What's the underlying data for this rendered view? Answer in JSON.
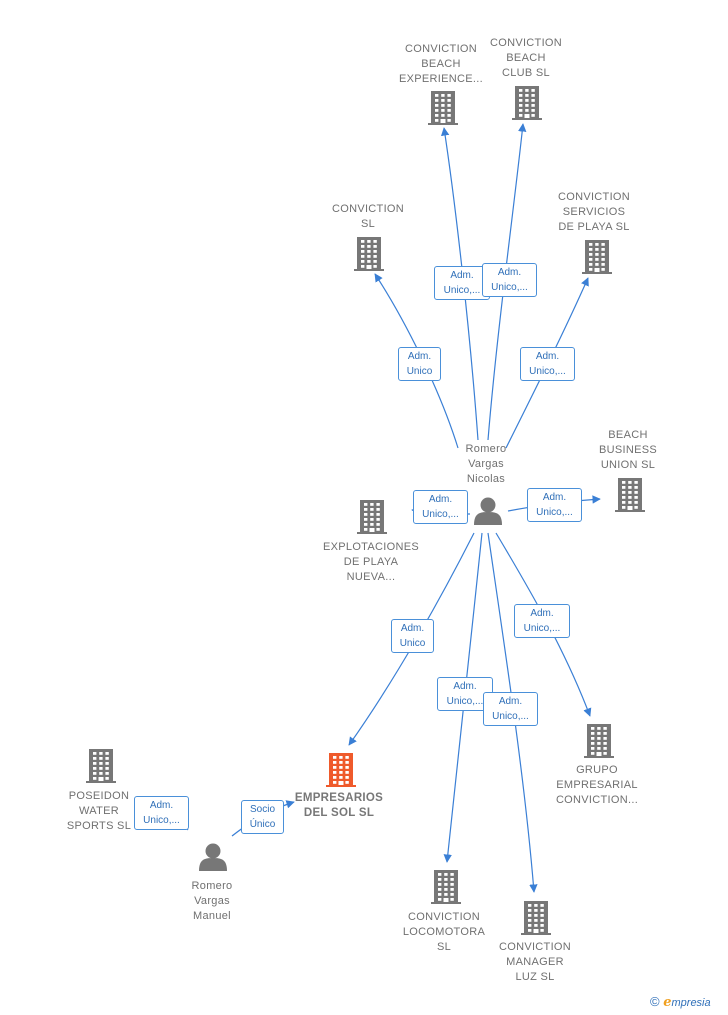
{
  "colors": {
    "edge": "#3a7fd5",
    "company_icon": "#777777",
    "main_company_icon": "#ef5a2b",
    "person_icon": "#777777"
  },
  "nodes": [
    {
      "id": "beach_experience",
      "type": "company",
      "lines": [
        "CONVICTION",
        "BEACH",
        "EXPERIENCE..."
      ]
    },
    {
      "id": "beach_club",
      "type": "company",
      "lines": [
        "CONVICTION",
        "BEACH",
        "CLUB  SL"
      ]
    },
    {
      "id": "conviction_sl",
      "type": "company",
      "lines": [
        "CONVICTION",
        "SL"
      ]
    },
    {
      "id": "servicios",
      "type": "company",
      "lines": [
        "CONVICTION",
        "SERVICIOS",
        "DE PLAYA  SL"
      ]
    },
    {
      "id": "beach_business",
      "type": "company",
      "lines": [
        "BEACH",
        "BUSINESS",
        "UNION  SL"
      ]
    },
    {
      "id": "romero_nicolas",
      "type": "person",
      "lines": [
        "Romero",
        "Vargas",
        "Nicolas"
      ]
    },
    {
      "id": "explotaciones",
      "type": "company",
      "lines": [
        "EXPLOTACIONES",
        "DE PLAYA",
        "NUEVA..."
      ]
    },
    {
      "id": "grupo",
      "type": "company",
      "lines": [
        "GRUPO",
        "EMPRESARIAL",
        "CONVICTION..."
      ]
    },
    {
      "id": "empresarios",
      "type": "main",
      "lines": [
        "EMPRESARIOS",
        "DEL SOL  SL"
      ]
    },
    {
      "id": "poseidon",
      "type": "company",
      "lines": [
        "POSEIDON",
        "WATER",
        "SPORTS  SL"
      ]
    },
    {
      "id": "romero_manuel",
      "type": "person",
      "lines": [
        "Romero",
        "Vargas",
        "Manuel"
      ]
    },
    {
      "id": "locomotora",
      "type": "company",
      "lines": [
        "CONVICTION",
        "LOCOMOTORA",
        "SL"
      ]
    },
    {
      "id": "manager_luz",
      "type": "company",
      "lines": [
        "CONVICTION",
        "MANAGER",
        "LUZ  SL"
      ]
    }
  ],
  "edges": [
    {
      "id": "e_beach_experience",
      "from": "romero_nicolas",
      "to": "beach_experience",
      "label": [
        "Adm.",
        "Unico,..."
      ]
    },
    {
      "id": "e_beach_club",
      "from": "romero_nicolas",
      "to": "beach_club",
      "label": [
        "Adm.",
        "Unico,..."
      ]
    },
    {
      "id": "e_conviction_sl",
      "from": "romero_nicolas",
      "to": "conviction_sl",
      "label": [
        "Adm.",
        "Unico"
      ]
    },
    {
      "id": "e_servicios",
      "from": "romero_nicolas",
      "to": "servicios",
      "label": [
        "Adm.",
        "Unico,..."
      ]
    },
    {
      "id": "e_beach_business",
      "from": "romero_nicolas",
      "to": "beach_business",
      "label": [
        "Adm.",
        "Unico,..."
      ]
    },
    {
      "id": "e_explotaciones",
      "from": "romero_nicolas",
      "to": "explotaciones",
      "label": [
        "Adm.",
        "Unico,..."
      ]
    },
    {
      "id": "e_grupo",
      "from": "romero_nicolas",
      "to": "grupo",
      "label": [
        "Adm.",
        "Unico,..."
      ]
    },
    {
      "id": "e_empresarios",
      "from": "romero_nicolas",
      "to": "empresarios",
      "label": [
        "Adm.",
        "Unico"
      ]
    },
    {
      "id": "e_locomotora",
      "from": "romero_nicolas",
      "to": "locomotora",
      "label": [
        "Adm.",
        "Unico,..."
      ]
    },
    {
      "id": "e_manager_luz",
      "from": "romero_nicolas",
      "to": "manager_luz",
      "label": [
        "Adm.",
        "Unico,..."
      ]
    },
    {
      "id": "e_poseidon",
      "from": "romero_manuel",
      "to": "poseidon",
      "label": [
        "Adm.",
        "Unico,..."
      ]
    },
    {
      "id": "e_manuel_empresarios",
      "from": "romero_manuel",
      "to": "empresarios",
      "label": [
        "Socio",
        "Único"
      ]
    }
  ],
  "footer": {
    "copyright": "©",
    "brand_initial": "e",
    "brand_rest": "mpresia"
  }
}
